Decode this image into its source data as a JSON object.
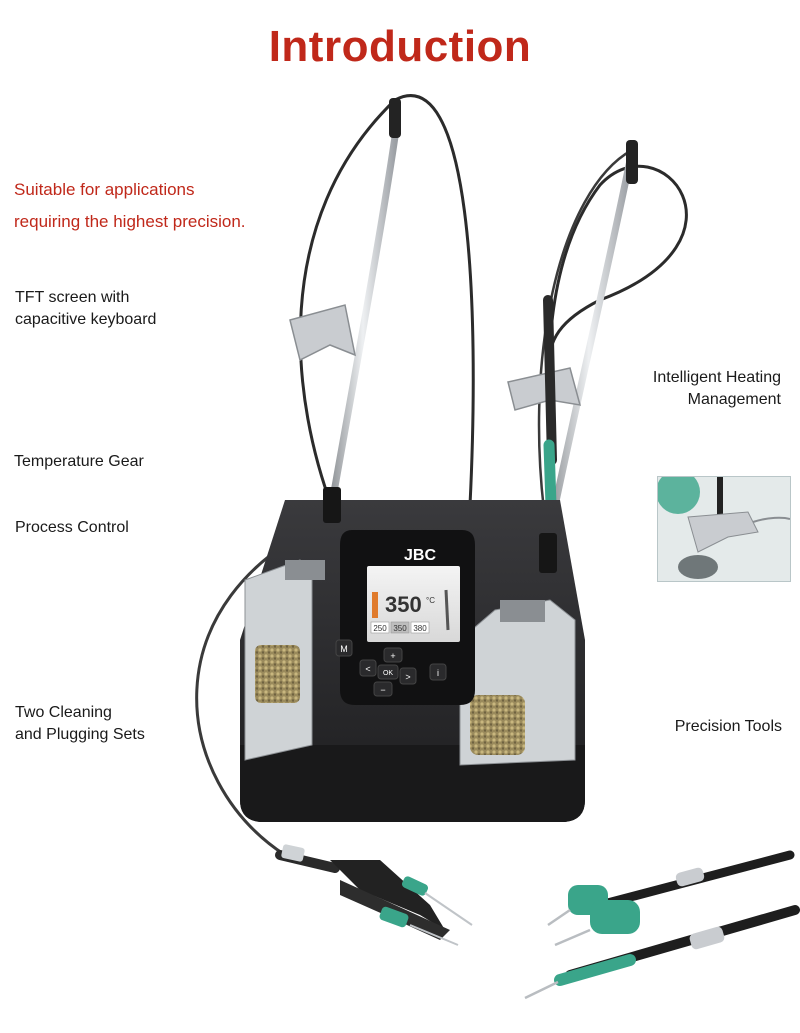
{
  "title": "Introduction",
  "tagline": {
    "line1": "Suitable for applications",
    "line2": "requiring the highest precision."
  },
  "features": {
    "tft_line1": "TFT screen with",
    "tft_line2": "capacitive keyboard",
    "temperature_gear": "Temperature Gear",
    "process_control": "Process Control",
    "cleaning_line1": "Two Cleaning",
    "cleaning_line2": "and Plugging Sets",
    "heating_line1": "Intelligent Heating",
    "heating_line2": "Management",
    "precision_tools": "Precision Tools"
  },
  "device": {
    "brand": "JBC",
    "screen": {
      "temperature": "350",
      "unit": "°C",
      "preset_1": "250",
      "preset_2": "350",
      "preset_3": "380"
    },
    "keys": {
      "menu": "M",
      "plus": "+",
      "minus": "−",
      "ok": "OK",
      "left": "<",
      "right": ">",
      "info": "i"
    }
  },
  "colors": {
    "accent_red": "#c0281a",
    "tool_green": "#3aa58a",
    "station_body": "#2c2c2e"
  }
}
